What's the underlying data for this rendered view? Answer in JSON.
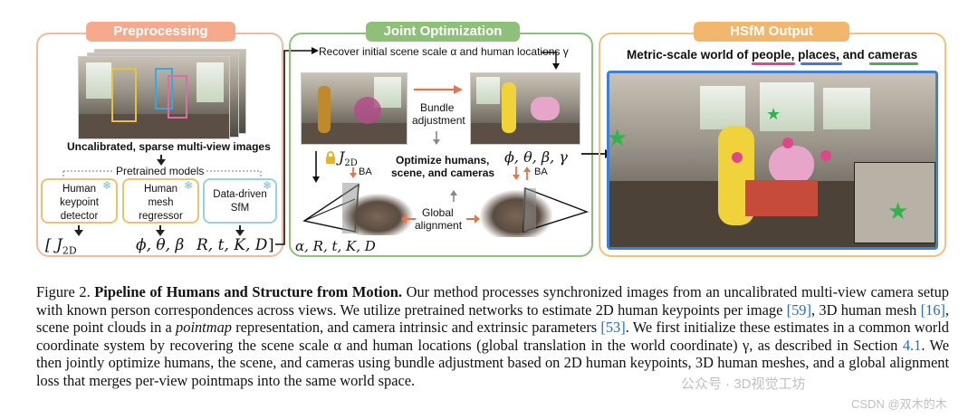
{
  "panels": {
    "preprocessing": {
      "title": "Preprocessing",
      "images_caption": "Uncalibrated, sparse multi-view images",
      "pretrained_label": "Pretrained models",
      "models": [
        {
          "line1": "Human",
          "line2": "keypoint",
          "line3": "detector"
        },
        {
          "line1": "Human",
          "line2": "mesh",
          "line3": "regressor"
        },
        {
          "line1": "Data-driven",
          "line2": "SfM",
          "line3": ""
        }
      ],
      "outputs": [
        "J",
        "ϕ, θ, β",
        "R, t, K, D"
      ]
    },
    "joint": {
      "title": "Joint Optimization",
      "recover_label": "Recover initial scene scale α and human locations γ",
      "bundle_line1": "Bundle",
      "bundle_line2": "adjustment",
      "center_line1": "Optimize humans,",
      "center_line2": "scene, and cameras",
      "j2d_label": "J",
      "ba_label": "BA",
      "params_label": "ϕ, θ, β, γ",
      "global_line1": "Global",
      "global_line2": "alignment",
      "bottom_math": "α, R, t, K, D"
    },
    "output": {
      "title": "HSfM Output",
      "heading_prefix": "Metric-scale world of ",
      "people": "people",
      "comma": ", ",
      "places": "places",
      "and_word": ", and ",
      "cameras": "cameras",
      "colors": {
        "people": "#e0478a",
        "places": "#3b7dd8",
        "cameras": "#4caf50"
      }
    }
  },
  "caption": {
    "figure_label": "Figure 2.",
    "title": "Pipeline of Humans and Structure from Motion.",
    "p1": " Our method processes synchronized images from an uncalibrated multi-view camera setup with known person correspondences across views. We utilize pretrained networks to estimate 2D human keypoints per image ",
    "ref59": "[59]",
    "p2": ", 3D human mesh ",
    "ref16": "[16]",
    "p3": ", scene point clouds in a ",
    "pointmap": "pointmap",
    "p4": " representation, and camera intrinsic and extrinsic parameters ",
    "ref53": "[53]",
    "p5": ". We first initialize these estimates in a common world coordinate system by recovering the scene scale α and human locations (global translation in the world coordinate) γ, as described in Section ",
    "section": "4.1",
    "p6": ". We then jointly optimize humans, the scene, and cameras using bundle adjustment based on 2D human keypoints, 3D human meshes, and a global alignment loss that merges per-view pointmaps into the same world space."
  },
  "watermark": {
    "line1": "公众号 · 3D视觉工坊",
    "line2": "CSDN @双木的木"
  }
}
